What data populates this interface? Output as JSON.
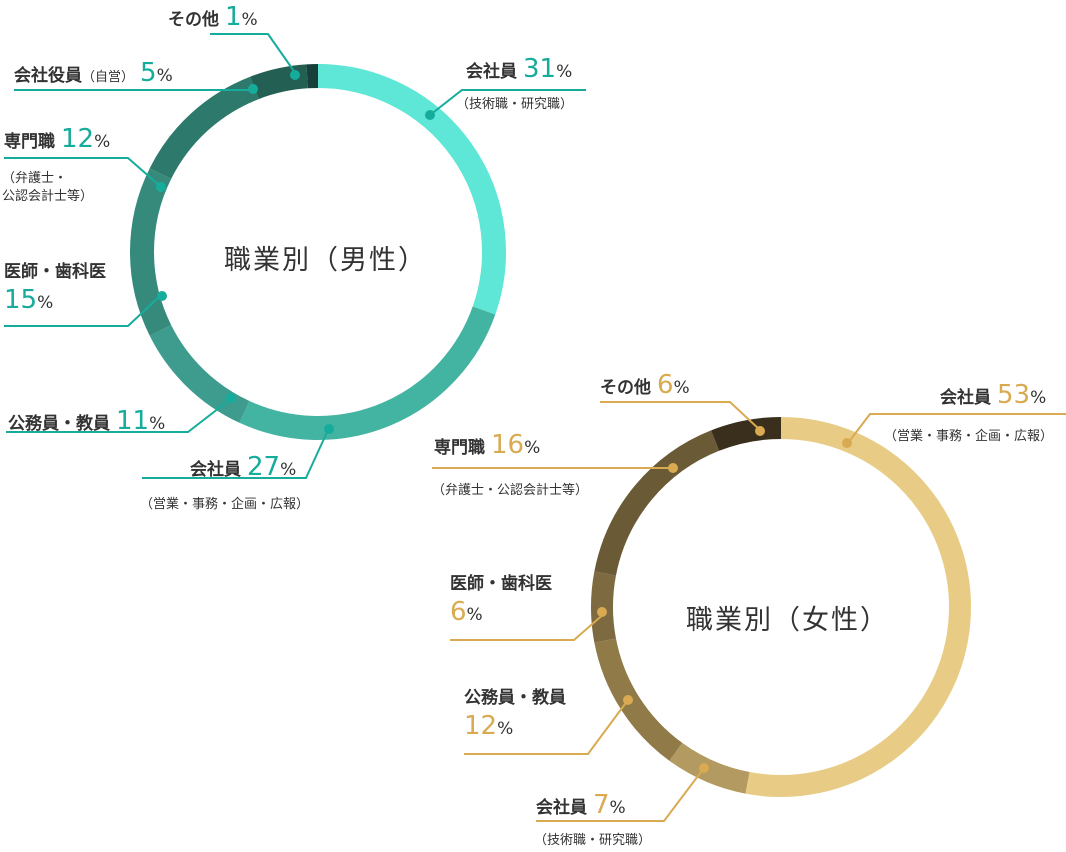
{
  "chart_data": [
    {
      "type": "pie",
      "title": "職業別（男性）",
      "categories": [
        "会社員（技術職・研究職）",
        "会社員（営業・事務・企画・広報）",
        "公務員・教員",
        "医師・歯科医",
        "専門職（弁護士・公認会計士等）",
        "会社役員（自営）",
        "その他"
      ],
      "values": [
        31,
        27,
        11,
        15,
        12,
        5,
        1
      ],
      "colors": [
        "#5ee6d6",
        "#43b3a2",
        "#3d9c8d",
        "#358a7c",
        "#2d7a6c",
        "#245f54",
        "#17403a"
      ],
      "unit": "%"
    },
    {
      "type": "pie",
      "title": "職業別（女性）",
      "categories": [
        "会社員（営業・事務・企画・広報）",
        "会社員（技術職・研究職）",
        "公務員・教員",
        "医師・歯科医",
        "専門職（弁護士・公認会計士等）",
        "その他"
      ],
      "values": [
        53,
        7,
        12,
        6,
        16,
        6
      ],
      "colors": [
        "#e8cc86",
        "#b29a60",
        "#8f7a48",
        "#7e6a40",
        "#6b5a36",
        "#3a2f1c"
      ],
      "unit": "%"
    }
  ],
  "male": {
    "title": "職業別（男性）",
    "labels": {
      "sonota": {
        "name": "その他",
        "value": "1"
      },
      "yakuin": {
        "name": "会社役員",
        "sub": "（自営）",
        "value": "5"
      },
      "senmon": {
        "name": "専門職",
        "value": "12",
        "note1": "（弁護士・",
        "note2": "公認会計士等）"
      },
      "ishi": {
        "name": "医師・歯科医",
        "value": "15"
      },
      "koumuin": {
        "name": "公務員・教員",
        "value": "11"
      },
      "eigyo": {
        "name": "会社員",
        "value": "27",
        "note": "（営業・事務・企画・広報）"
      },
      "gijutsu": {
        "name": "会社員",
        "value": "31",
        "note": "（技術職・研究職）"
      }
    },
    "pct_sign": "%"
  },
  "female": {
    "title": "職業別（女性）",
    "labels": {
      "sonota": {
        "name": "その他",
        "value": "6"
      },
      "senmon": {
        "name": "専門職",
        "value": "16",
        "note": "（弁護士・公認会計士等）"
      },
      "ishi": {
        "name": "医師・歯科医",
        "value": "6"
      },
      "koumuin": {
        "name": "公務員・教員",
        "value": "12"
      },
      "gijutsu": {
        "name": "会社員",
        "value": "7",
        "note": "（技術職・研究職）"
      },
      "eigyo": {
        "name": "会社員",
        "value": "53",
        "note": "（営業・事務・企画・広報）"
      }
    },
    "pct_sign": "%"
  }
}
